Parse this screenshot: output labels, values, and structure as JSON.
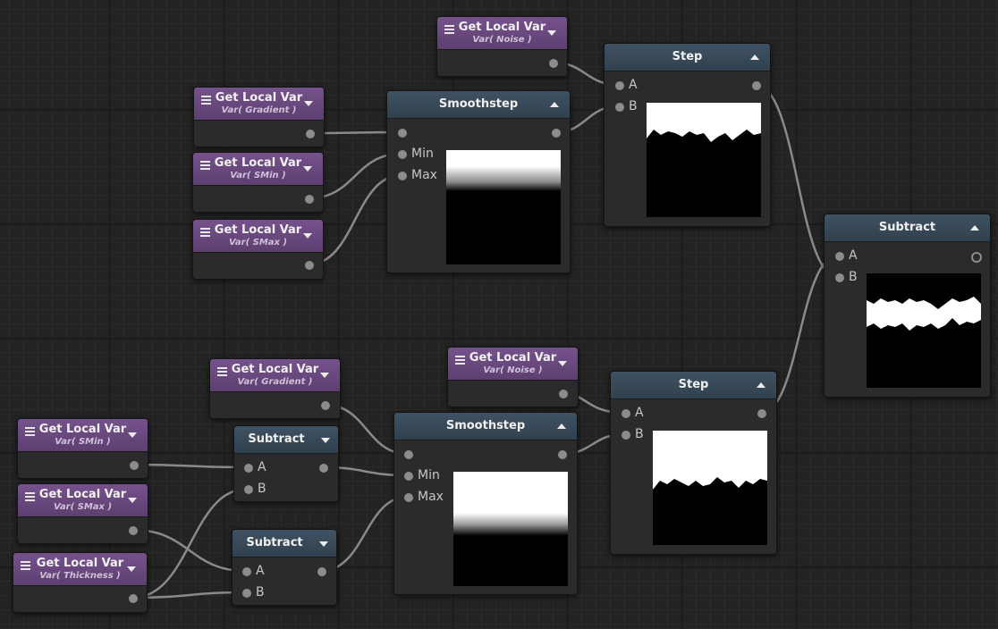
{
  "var_nodes": [
    {
      "title": "Get Local Var",
      "subtitle": "Var( Noise )"
    },
    {
      "title": "Get Local Var",
      "subtitle": "Var( Gradient )"
    },
    {
      "title": "Get Local Var",
      "subtitle": "Var( SMin )"
    },
    {
      "title": "Get Local Var",
      "subtitle": "Var( SMax )"
    },
    {
      "title": "Get Local Var",
      "subtitle": "Var( Gradient )"
    },
    {
      "title": "Get Local Var",
      "subtitle": "Var( Noise )"
    },
    {
      "title": "Get Local Var",
      "subtitle": "Var( SMin )"
    },
    {
      "title": "Get Local Var",
      "subtitle": "Var( SMax )"
    },
    {
      "title": "Get Local Var",
      "subtitle": "Var( Thickness )"
    }
  ],
  "smoothstep_top": {
    "title": "Smoothstep",
    "min_label": "Min",
    "max_label": "Max"
  },
  "smoothstep_bottom": {
    "title": "Smoothstep",
    "min_label": "Min",
    "max_label": "Max"
  },
  "step_top": {
    "title": "Step",
    "a_label": "A",
    "b_label": "B"
  },
  "step_bottom": {
    "title": "Step",
    "a_label": "A",
    "b_label": "B"
  },
  "subtract_main": {
    "title": "Subtract",
    "a_label": "A",
    "b_label": "B"
  },
  "subtract_1": {
    "title": "Subtract",
    "a_label": "A",
    "b_label": "B"
  },
  "subtract_2": {
    "title": "Subtract",
    "a_label": "A",
    "b_label": "B"
  },
  "colors": {
    "var_header": "#6b4a80",
    "op_header": "#3a4a58",
    "wire": "#8a8a8a",
    "port": "#8c8c8c"
  }
}
